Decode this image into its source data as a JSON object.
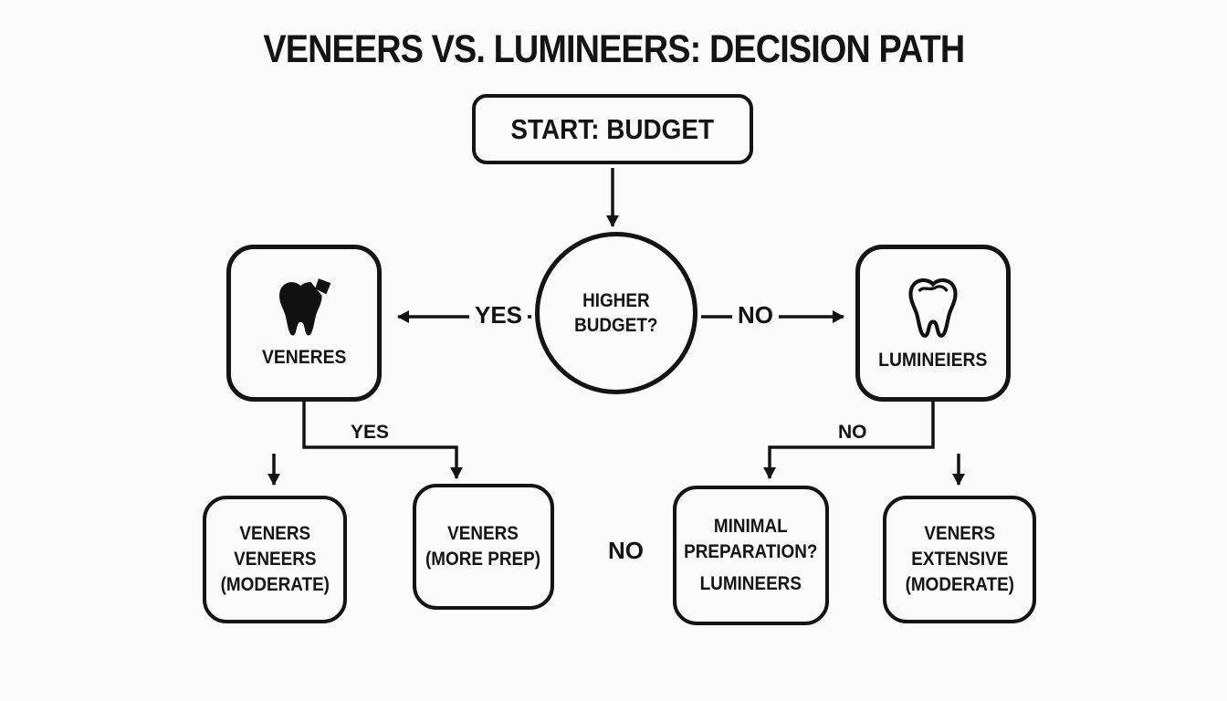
{
  "page": {
    "background": "#fbfbfb",
    "ink": "#141414"
  },
  "title": "VENEERS VS. LUMINEERS: DECISION PATH",
  "nodes": {
    "start": {
      "label": "START: BUDGET"
    },
    "decision": {
      "line1": "HIGHER",
      "line2": "BUDGET?"
    },
    "veneers": {
      "label": "VENERES",
      "icon": "chipped-tooth-icon"
    },
    "lumineers": {
      "label": "LUMINEIERS",
      "icon": "tooth-outline-icon"
    },
    "outcome_left_1": {
      "lines": [
        "VENERS",
        "VENEERS",
        "(MODERATE)"
      ]
    },
    "outcome_left_2": {
      "lines": [
        "VENERS",
        "(MORE PREP)"
      ]
    },
    "outcome_right_1": {
      "lines": [
        "MINIMAL",
        "PREPARATION?",
        "LUMINEERS"
      ]
    },
    "outcome_right_2": {
      "lines": [
        "VENERS",
        "EXTENSIVE",
        "(MODERATE)"
      ]
    }
  },
  "edges": {
    "decision_yes": "YES",
    "decision_no": "NO",
    "veneers_branch_yes": "YES",
    "lumineers_branch_no": "NO",
    "center_no": "NO"
  }
}
